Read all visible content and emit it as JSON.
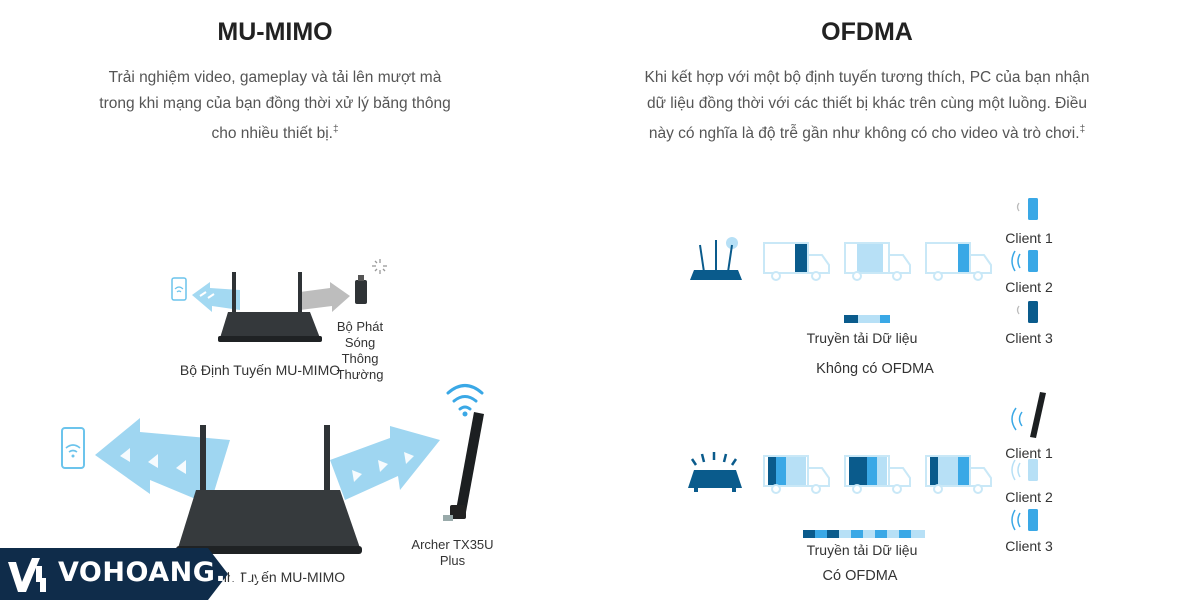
{
  "mumimo": {
    "title": "MU-MIMO",
    "desc_lines": [
      "Trải nghiệm video, gameplay và tải lên mượt mà",
      "trong khi mạng của bạn đồng thời xử lý băng thông",
      "cho nhiều thiết bị."
    ],
    "footnote_mark": "‡",
    "small_router_label": "Bộ Định Tuyến MU-MIMO",
    "legacy_adapter_label_lines": [
      "Bộ Phát",
      "Sóng",
      "Thông",
      "Thường"
    ],
    "big_router_label": "Bộ Định Tuyến MU-MIMO",
    "adapter_label_lines": [
      "Archer TX35U",
      "Plus"
    ]
  },
  "ofdma": {
    "title": "OFDMA",
    "desc_lines": [
      "Khi kết hợp với một bộ định tuyến tương thích, PC của bạn nhận",
      "dữ liệu đồng thời với các thiết bị khác trên cùng một luồng. Điều",
      "này có nghĩa là độ trễ gần như không có cho video và trò chơi."
    ],
    "footnote_mark": "‡",
    "without": {
      "clients": [
        "Client 1",
        "Client 2",
        "Client 3"
      ],
      "transfer_label": "Truyền tải Dữ liệu",
      "caption": "Không có OFDMA"
    },
    "with": {
      "clients": [
        "Client 1",
        "Client 2",
        "Client 3"
      ],
      "transfer_label": "Truyền tải Dữ liệu",
      "caption": "Có OFDMA"
    }
  },
  "brand": {
    "logo_text": "VOHOANG.vn"
  },
  "colors": {
    "dark_blue": "#0a5b8c",
    "mid_blue": "#3aa8e6",
    "light_blue": "#b7e0f6",
    "arrow_blue": "#8fd0ef",
    "router_dark": "#2f3336",
    "brand_bg": "#0f2c4a"
  }
}
